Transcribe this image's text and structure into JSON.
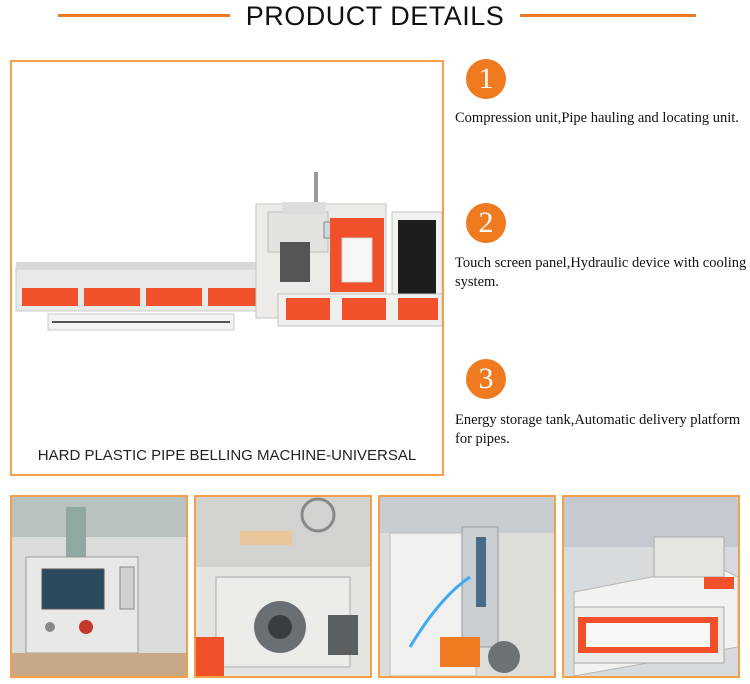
{
  "header": {
    "title": "PRODUCT DETAILS"
  },
  "main": {
    "caption": "HARD PLASTIC PIPE BELLING MACHINE-UNIVERSAL"
  },
  "features": [
    {
      "number": "1",
      "text": "Compression unit,Pipe hauling and locating unit."
    },
    {
      "number": "2",
      "text": "Touch screen panel,Hydraulic device with cooling system."
    },
    {
      "number": "3",
      "text": "Energy storage tank,Automatic delivery platform for pipes."
    }
  ],
  "colors": {
    "accent": "#f07a1f",
    "frame": "#f4a04a",
    "machine_red": "#f0502a"
  }
}
